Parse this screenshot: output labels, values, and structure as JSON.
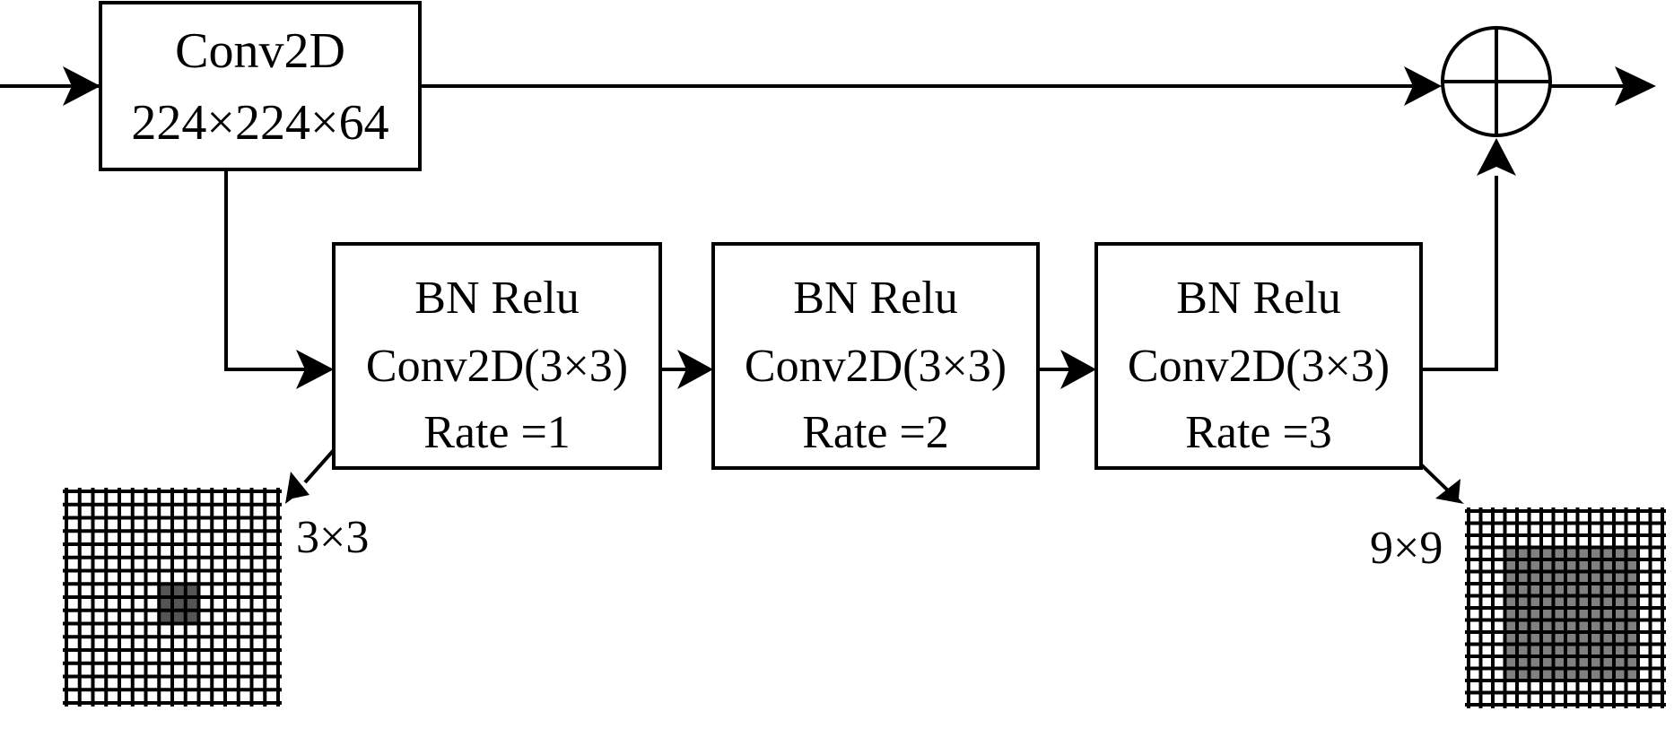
{
  "conv_block": {
    "line1": "Conv2D",
    "line2": "224×224×64"
  },
  "blocks": [
    {
      "line1": "BN Relu",
      "line2": "Conv2D(3×3)",
      "line3": "Rate =1"
    },
    {
      "line1": "BN Relu",
      "line2": "Conv2D(3×3)",
      "line3": "Rate =2"
    },
    {
      "line1": "BN Relu",
      "line2": "Conv2D(3×3)",
      "line3": "Rate =3"
    }
  ],
  "receptive_fields": {
    "left_label": "3×3",
    "right_label": "9×9"
  },
  "colors": {
    "stroke": "#000000",
    "grid_line": "#000000",
    "highlight_small": "#555555",
    "highlight_large": "#808080"
  }
}
